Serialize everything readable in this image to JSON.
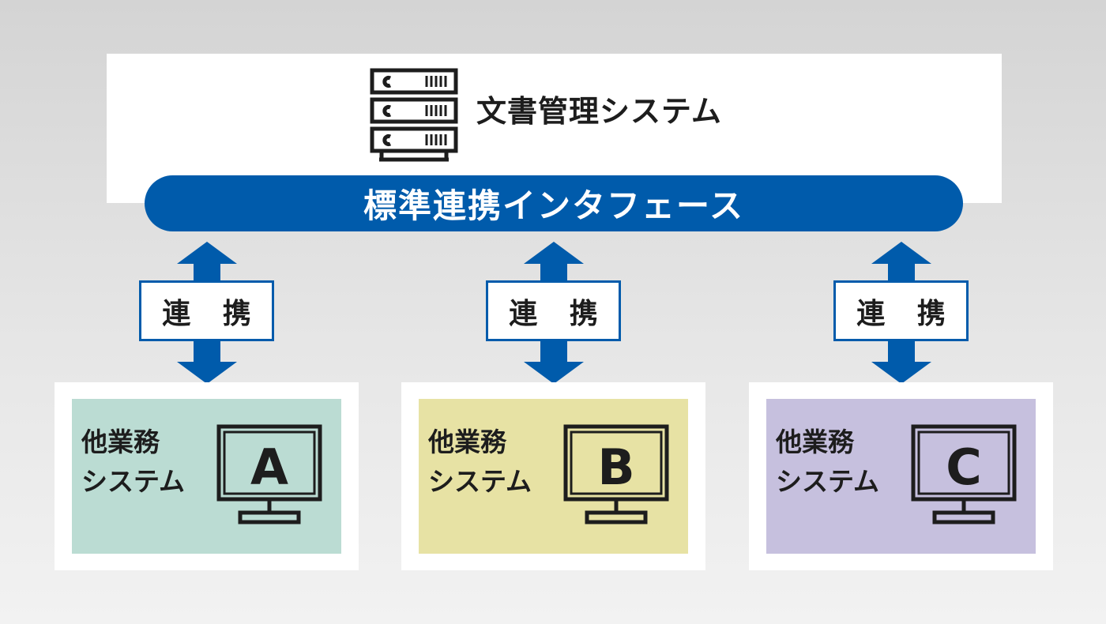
{
  "top": {
    "title": "文書管理システム",
    "icon": "server-rack-icon"
  },
  "interface_bar": {
    "label": "標準連携インタフェース",
    "color": "#005bab"
  },
  "connections": [
    {
      "label": "連 携"
    },
    {
      "label": "連 携"
    },
    {
      "label": "連 携"
    }
  ],
  "systems": [
    {
      "line1": "他業務",
      "line2": "システム",
      "letter": "A",
      "color": "#bbdcd3",
      "icon": "monitor-icon"
    },
    {
      "line1": "他業務",
      "line2": "システム",
      "letter": "B",
      "color": "#e7e2a4",
      "icon": "monitor-icon"
    },
    {
      "line1": "他業務",
      "line2": "システム",
      "letter": "C",
      "color": "#c6c0de",
      "icon": "monitor-icon"
    }
  ]
}
